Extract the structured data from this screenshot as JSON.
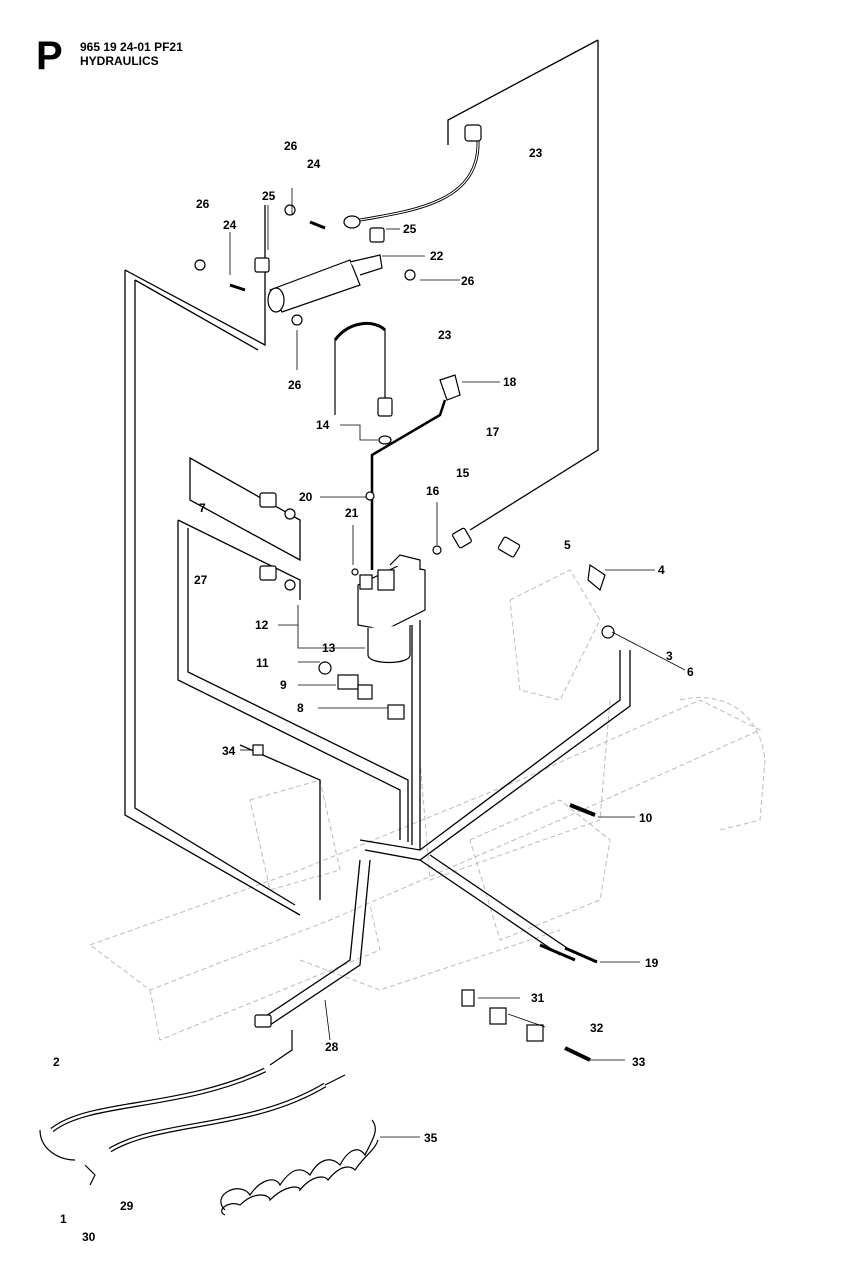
{
  "header": {
    "section_letter": "P",
    "part_code": "965 19 24-01 PF21",
    "title": "HYDRAULICS"
  },
  "callouts": [
    {
      "id": "c1",
      "label": "1"
    },
    {
      "id": "c2",
      "label": "2"
    },
    {
      "id": "c3",
      "label": "3"
    },
    {
      "id": "c4",
      "label": "4"
    },
    {
      "id": "c5",
      "label": "5"
    },
    {
      "id": "c6",
      "label": "6"
    },
    {
      "id": "c7",
      "label": "7"
    },
    {
      "id": "c8",
      "label": "8"
    },
    {
      "id": "c9",
      "label": "9"
    },
    {
      "id": "c10",
      "label": "10"
    },
    {
      "id": "c11",
      "label": "11"
    },
    {
      "id": "c12",
      "label": "12"
    },
    {
      "id": "c13",
      "label": "13"
    },
    {
      "id": "c14",
      "label": "14"
    },
    {
      "id": "c15",
      "label": "15"
    },
    {
      "id": "c16",
      "label": "16"
    },
    {
      "id": "c17",
      "label": "17"
    },
    {
      "id": "c18",
      "label": "18"
    },
    {
      "id": "c19",
      "label": "19"
    },
    {
      "id": "c20",
      "label": "20"
    },
    {
      "id": "c21",
      "label": "21"
    },
    {
      "id": "c22",
      "label": "22"
    },
    {
      "id": "c23a",
      "label": "23"
    },
    {
      "id": "c23b",
      "label": "23"
    },
    {
      "id": "c24a",
      "label": "24"
    },
    {
      "id": "c24b",
      "label": "24"
    },
    {
      "id": "c25a",
      "label": "25"
    },
    {
      "id": "c25b",
      "label": "25"
    },
    {
      "id": "c26a",
      "label": "26"
    },
    {
      "id": "c26b",
      "label": "26"
    },
    {
      "id": "c26c",
      "label": "26"
    },
    {
      "id": "c26d",
      "label": "26"
    },
    {
      "id": "c27",
      "label": "27"
    },
    {
      "id": "c28",
      "label": "28"
    },
    {
      "id": "c29",
      "label": "29"
    },
    {
      "id": "c30",
      "label": "30"
    },
    {
      "id": "c31",
      "label": "31"
    },
    {
      "id": "c32",
      "label": "32"
    },
    {
      "id": "c33",
      "label": "33"
    },
    {
      "id": "c34",
      "label": "34"
    },
    {
      "id": "c35",
      "label": "35"
    }
  ]
}
